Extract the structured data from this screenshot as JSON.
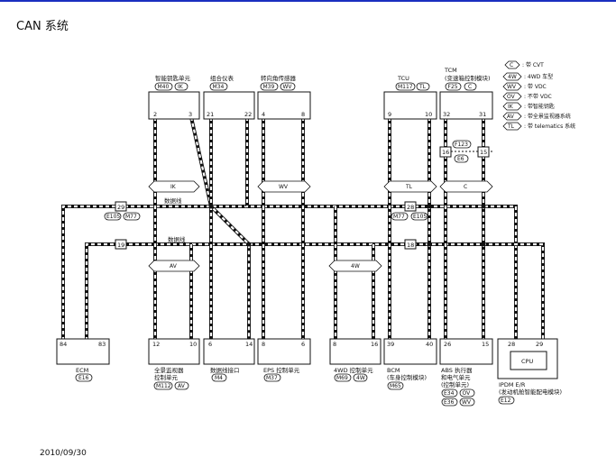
{
  "title": "CAN 系统",
  "date": "2010/09/30",
  "legend": [
    {
      "code": "C",
      "text": ": 带 CVT"
    },
    {
      "code": "4W",
      "text": ": 4WD 车型"
    },
    {
      "code": "WV",
      "text": ": 带 VDC"
    },
    {
      "code": "OV",
      "text": ": 不带 VDC"
    },
    {
      "code": "IK",
      "text": ": 带智能钥匙"
    },
    {
      "code": "AV",
      "text": ": 带全景监视器系统"
    },
    {
      "code": "TL",
      "text": ": 带 telematics 系统"
    }
  ],
  "top_units": [
    {
      "name": "智能钥匙单元",
      "conn": "M40",
      "tag": "IK",
      "pins": [
        "2",
        "3"
      ]
    },
    {
      "name": "组合仪表",
      "conn": "M34",
      "tag": "",
      "pins": [
        "21",
        "22"
      ]
    },
    {
      "name": "转向角传感器",
      "conn": "M39",
      "tag": "WV",
      "pins": [
        "4",
        "8"
      ]
    },
    {
      "name": "TCU",
      "conn": "M117",
      "tag": "TL",
      "pins": [
        "9",
        "10"
      ]
    },
    {
      "name": "TCM",
      "name2": "(变速箱控制模块)",
      "conn": "F25",
      "tag": "C",
      "pins": [
        "32",
        "31"
      ]
    }
  ],
  "bottom_units": [
    {
      "name": "ECM",
      "conn": "E16",
      "tag": "",
      "pins": [
        "84",
        "83"
      ]
    },
    {
      "name": "全景监视器",
      "name2": "控制单元",
      "conn": "M112",
      "tag": "AV",
      "pins": [
        "12",
        "10"
      ]
    },
    {
      "name": "数据线接口",
      "conn": "M4",
      "tag": "",
      "pins": [
        "6",
        "14"
      ]
    },
    {
      "name": "EPS 控制单元",
      "conn": "M37",
      "tag": "",
      "pins": [
        "8",
        "6"
      ]
    },
    {
      "name": "4WD 控制单元",
      "conn": "M69",
      "tag": "4W",
      "pins": [
        "8",
        "16"
      ]
    },
    {
      "name": "BCM",
      "name2": "(车身控制模块)",
      "conn": "M65",
      "tag": "",
      "pins": [
        "39",
        "40"
      ]
    },
    {
      "name": "ABS 执行器",
      "name2": "和电气单元",
      "name3": "(控制单元)",
      "conn": "E34",
      "tag": "OV",
      "conn2": "E36",
      "tag2": "WV",
      "pins": [
        "26",
        "15"
      ]
    },
    {
      "name": "IPDM E/R",
      "name2": "(发动机舱智能配电模块)",
      "conn": "E12",
      "tag": "",
      "pins": [
        "28",
        "29"
      ],
      "inner": "CPU"
    }
  ],
  "bus_label": "数据线",
  "branch_tags": [
    "IK",
    "WV",
    "TL",
    "C",
    "AV",
    "4W"
  ],
  "joints": {
    "j29": "29",
    "j19": "19",
    "j28": "28",
    "j18": "18",
    "j16": "16",
    "j15": "15",
    "left_conns": [
      "E105",
      "M77"
    ],
    "right_conns": [
      "M77",
      "E105"
    ],
    "tcm_conns": [
      "F123",
      "E6"
    ]
  }
}
